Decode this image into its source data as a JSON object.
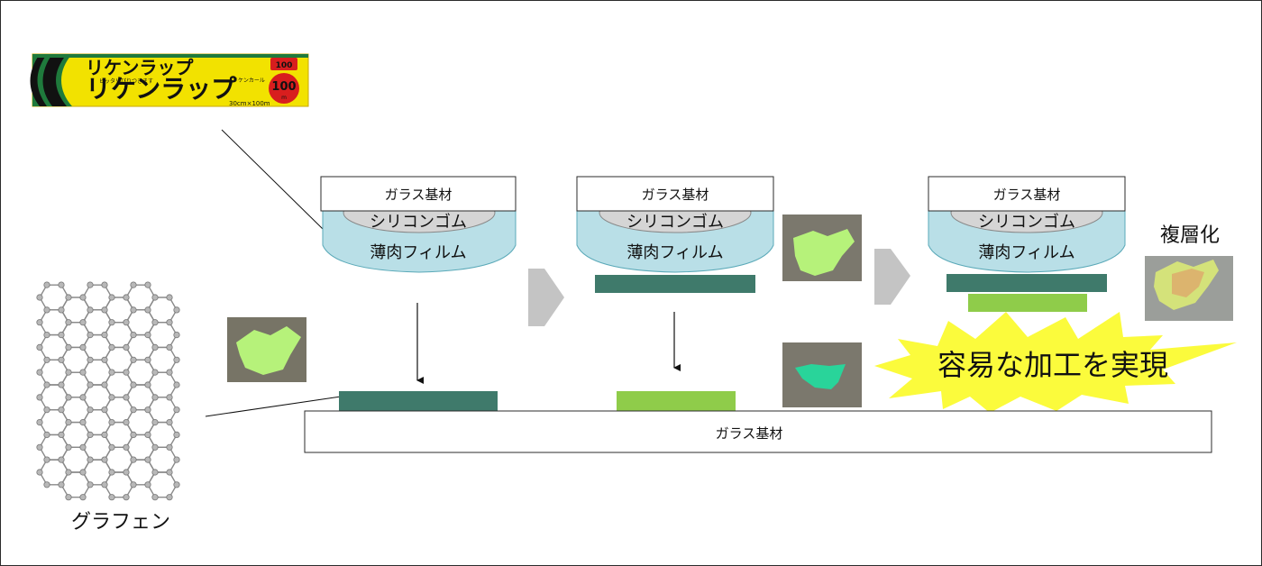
{
  "product": {
    "name": "リケンラップ",
    "tagline": "ピッタリぴりつきます",
    "size": "30cm×100m",
    "length_badge": "100",
    "length_unit": "m",
    "badge_label": "リケンカール"
  },
  "labels": {
    "glass_substrate": "ガラス基材",
    "silicone_rubber": "シリコンゴム",
    "thin_film": "薄肉フィルム",
    "graphene": "グラフェン",
    "multilayer": "複層化",
    "easy_processing": "容易な加工を実現"
  },
  "colors": {
    "frame": "#2b2b2b",
    "film_fill": "#b9dfe7",
    "rubber_fill": "#d5d5d5",
    "graphene_dark": "#3f7a6b",
    "graphene_light": "#8fcc4a",
    "arrow_gray": "#c4c4c4",
    "burst_yellow": "#fbfb3c",
    "box_yellow": "#f2e200",
    "box_green": "#1f7a3c"
  },
  "icons": [
    "down-arrow-icon",
    "right-chevron-arrow-icon",
    "starburst-icon",
    "graphene-lattice-icon"
  ]
}
